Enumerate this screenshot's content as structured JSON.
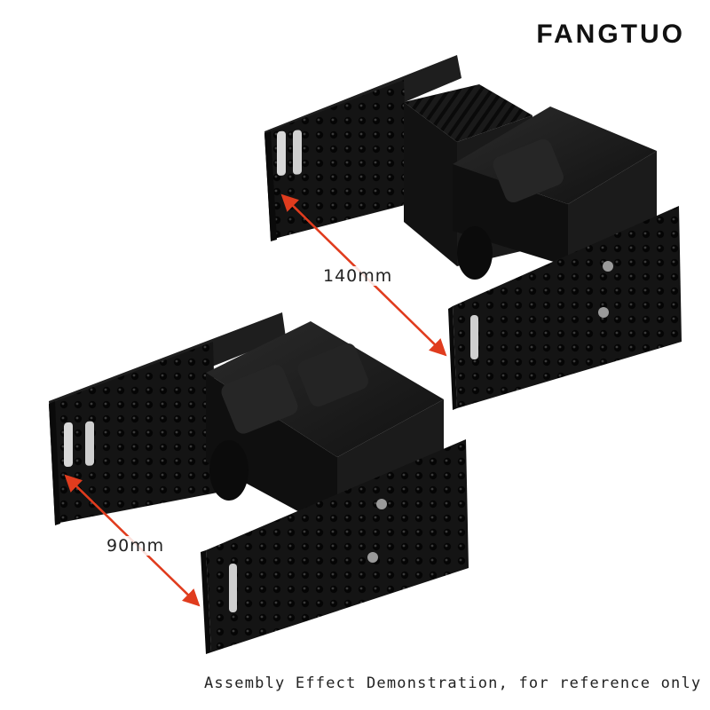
{
  "brand": {
    "name": "FANGTUO"
  },
  "dimensions": {
    "wide": "140mm",
    "narrow": "90mm"
  },
  "caption": "Assembly Effect Demonstration, for reference only",
  "colors": {
    "arrow": "#e03c1e",
    "metal": "#141414",
    "background": "#ffffff"
  }
}
